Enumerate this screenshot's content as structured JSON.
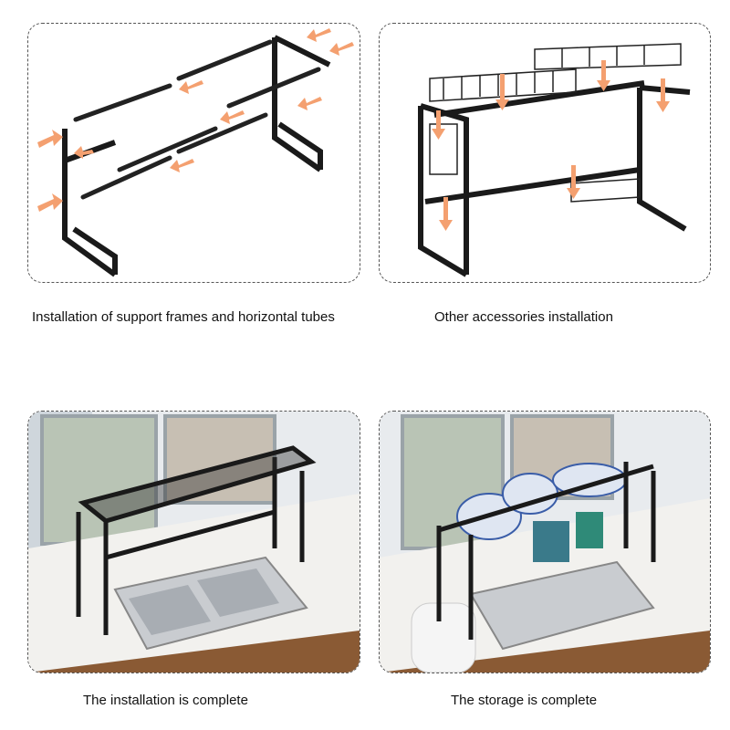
{
  "panels": [
    {
      "caption": "Installation of support frames and horizontal tubes"
    },
    {
      "caption": "Other accessories installation"
    },
    {
      "caption": "The installation is complete"
    },
    {
      "caption": "The storage is complete"
    }
  ],
  "colors": {
    "arrow": "#f4a070",
    "frame": "#1a1a1a",
    "border": "#555555"
  }
}
